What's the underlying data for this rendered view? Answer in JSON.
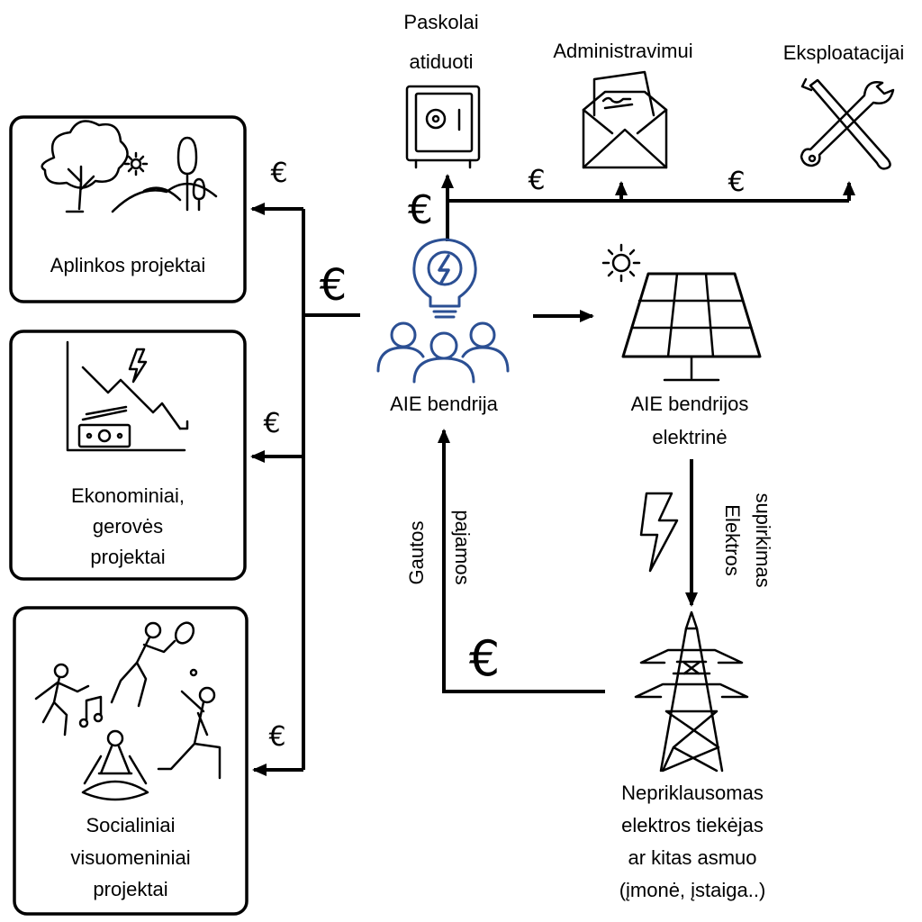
{
  "top_labels": {
    "loan_line1": "Paskolai",
    "loan_line2": "atiduoti",
    "admin": "Administravimui",
    "exploit": "Eksploatacijai"
  },
  "community": {
    "label": "AIE bendrija"
  },
  "plant": {
    "line1": "AIE bendrijos",
    "line2": "elektrinė"
  },
  "supplier": {
    "line1": "Nepriklausomas",
    "line2": "elektros tiekėjas",
    "line3": "ar kitas asmuo",
    "line4": "(įmonė, įstaiga..)"
  },
  "flow_labels": {
    "purchase_line1": "Elektros",
    "purchase_line2": "supirkimas",
    "income_line1": "Gautos",
    "income_line2": "pajamos"
  },
  "projects": {
    "env": "Aplinkos projektai",
    "econ_line1": "Ekonominiai,",
    "econ_line2": "gerovės",
    "econ_line3": "projektai",
    "social_line1": "Socialiniai",
    "social_line2": "visuomeniniai",
    "social_line3": "projektai"
  },
  "currency_symbol": "€",
  "colors": {
    "accent": "#2b4f93",
    "line": "#000000"
  }
}
